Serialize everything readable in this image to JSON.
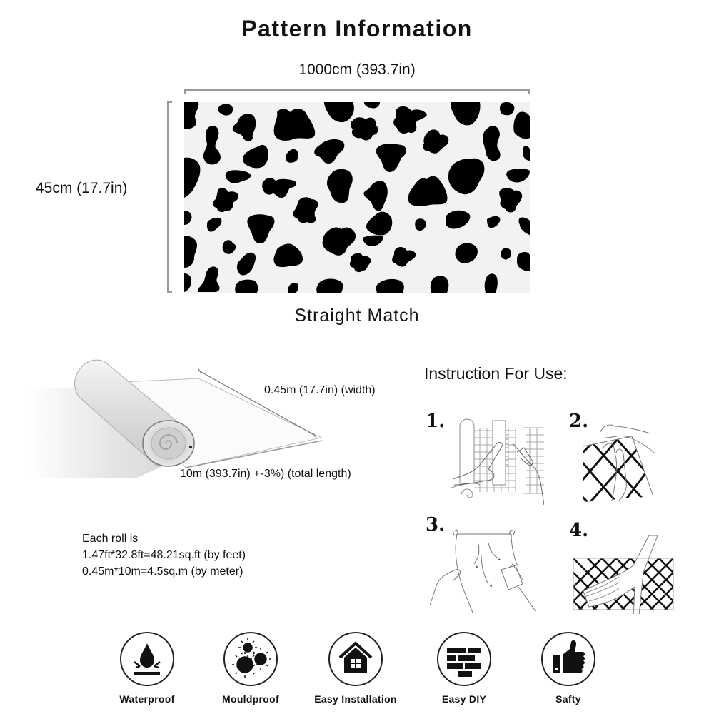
{
  "pattern_info": {
    "title": "Pattern Information",
    "width_label": "1000cm (393.7in)",
    "height_label": "45cm (17.7in)",
    "match_type": "Straight Match",
    "pattern_name": "cow-print",
    "pattern_colors": {
      "spot": "#000000",
      "background": "#f2f2f2"
    }
  },
  "roll": {
    "width_label": "0.45m (17.7in) (width)",
    "length_label": "10m (393.7in) +-3%) (total length)"
  },
  "coverage": {
    "lines": [
      "Each roll is",
      "1.47ft*32.8ft=48.21sq.ft (by feet)",
      "0.45m*10m=4.5sq.m (by meter)"
    ]
  },
  "instructions": {
    "title": "Instruction For Use:",
    "steps": [
      {
        "number": "1.",
        "illustration": "measure-and-cut"
      },
      {
        "number": "2.",
        "illustration": "peel-backing"
      },
      {
        "number": "3.",
        "illustration": "apply-and-smooth"
      },
      {
        "number": "4.",
        "illustration": "press-onto-wall"
      }
    ]
  },
  "features": [
    {
      "label": "Waterproof",
      "icon": "water-drop-icon"
    },
    {
      "label": "Mouldproof",
      "icon": "mould-icon"
    },
    {
      "label": "Easy Installation",
      "icon": "house-icon"
    },
    {
      "label": "Easy DIY",
      "icon": "brick-wall-icon"
    },
    {
      "label": "Safty",
      "icon": "thumbs-up-icon"
    }
  ]
}
